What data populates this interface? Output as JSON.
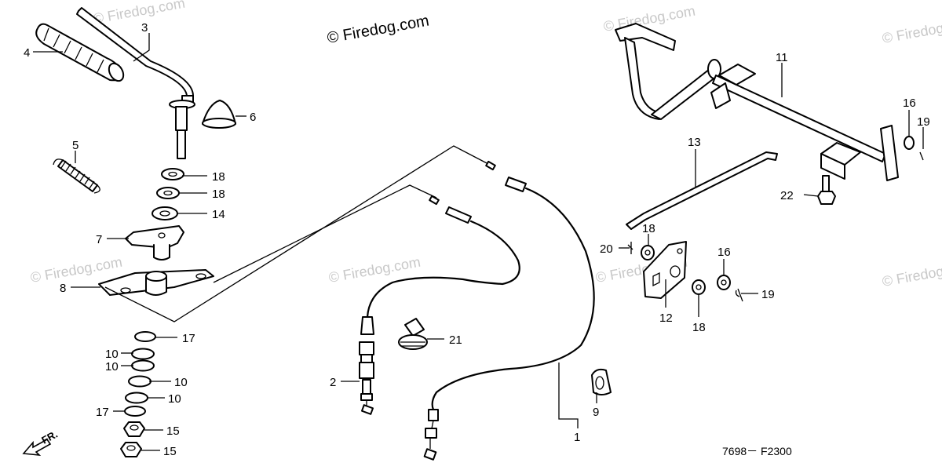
{
  "watermarks": {
    "main": "© Firedog.com",
    "faint": "© Firedog.com"
  },
  "callouts": {
    "c1": "1",
    "c2": "2",
    "c3": "3",
    "c4": "4",
    "c5": "5",
    "c6": "6",
    "c7": "7",
    "c8": "8",
    "c9": "9",
    "c10a": "10",
    "c10b": "10",
    "c10c": "10",
    "c10d": "10",
    "c11": "11",
    "c12": "12",
    "c13": "13",
    "c14": "14",
    "c15a": "15",
    "c15b": "15",
    "c16a": "16",
    "c16b": "16",
    "c17a": "17",
    "c17b": "17",
    "c18a": "18",
    "c18b": "18",
    "c18c": "18",
    "c18d": "18",
    "c19a": "19",
    "c19b": "19",
    "c20": "20",
    "c21": "21",
    "c22": "22"
  },
  "direction_label": "FR.",
  "diagram_code": "7698－ F2300"
}
